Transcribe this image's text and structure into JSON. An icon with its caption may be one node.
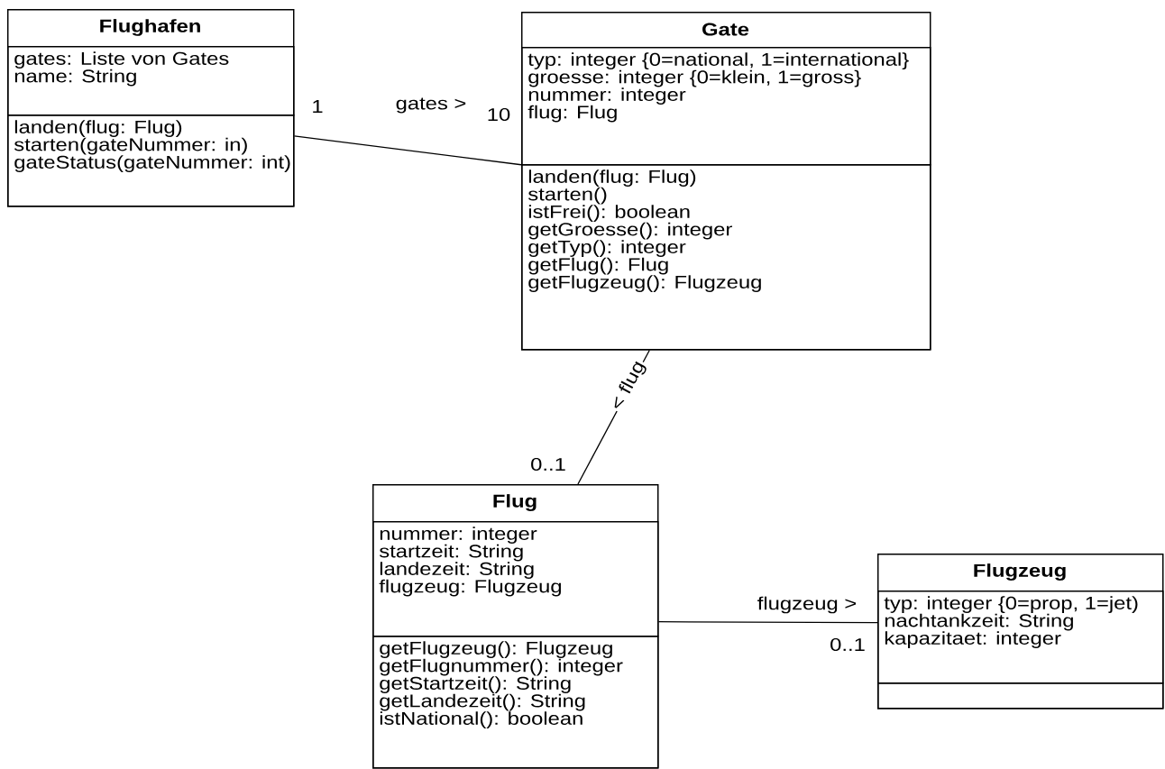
{
  "diagram": {
    "nodes": [
      {
        "text": [
          "Flughafen"
        ]
      },
      {
        "text": [
          "gates: Liste von Gates",
          "name: String"
        ],
        "in": 0
      },
      {
        "text": [
          "landen(flug: Flug)",
          "starten(gateNummer: in)",
          "gateStatus(gateNummer: int)"
        ],
        "in": 0
      },
      {
        "text": [
          "Gate"
        ]
      },
      {
        "text": [
          "typ: integer {0=national, 1=international}",
          "groesse: integer {0=klein, 1=gross}",
          "nummer: integer",
          "flug: Flug"
        ],
        "in": 3
      },
      {
        "text": [
          "landen(flug: Flug)",
          "starten()",
          "istFrei(): boolean",
          "getGroesse(): integer",
          "getTyp(): integer",
          "getFlug(): Flug",
          "getFlugzeug(): Flugzeug"
        ],
        "in": 3
      },
      {
        "text": [
          "Flug"
        ]
      },
      {
        "text": [
          "nummer: integer",
          "startzeit: String",
          "landezeit: String",
          "flugzeug: Flugzeug"
        ],
        "in": 6
      },
      {
        "text": [
          "getFlugzeug(): Flugzeug",
          "getFlugnummer(): integer",
          "getStartzeit(): String",
          "getLandezeit(): String",
          "istNational(): boolean"
        ],
        "in": 6
      },
      {
        "text": [
          "Flugzeug"
        ]
      },
      {
        "text": [
          "typ: integer {0=prop, 1=jet)",
          "nachtankzeit: String",
          "kapazitaet: integer"
        ],
        "in": 9
      },
      {
        "text": [],
        "shape": "box",
        "in": 9
      }
    ],
    "edges": [
      {
        "from": 0,
        "to": 3,
        "arrow": "none",
        "label": "gates >"
      },
      {
        "from": 3,
        "to": 6,
        "arrow": "none",
        "label": "< flug"
      },
      {
        "from": 6,
        "to": 9,
        "arrow": "none",
        "label": "flugzeug >"
      }
    ],
    "labels": [
      "1",
      "10",
      "0..1",
      "0..1"
    ]
  }
}
